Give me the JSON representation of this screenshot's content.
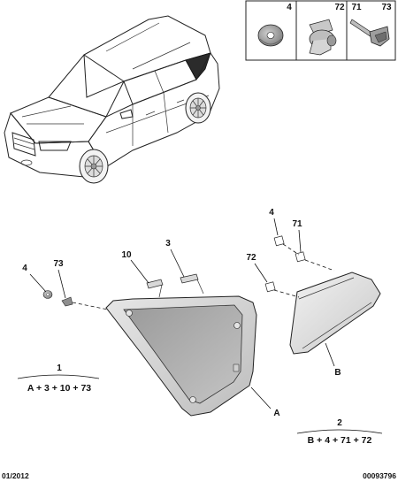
{
  "header_parts": {
    "labels": [
      "4",
      "72",
      "71",
      "73"
    ]
  },
  "callouts": {
    "window_a": {
      "item": "A",
      "parts": [
        "3",
        "10",
        "4",
        "73"
      ]
    },
    "window_b": {
      "item": "B",
      "parts": [
        "4",
        "71",
        "72"
      ]
    }
  },
  "formulas": {
    "f1_number": "1",
    "f1_text": "A + 3 + 10 + 73",
    "f2_number": "2",
    "f2_text": "B + 4 + 71 + 72"
  },
  "footer": {
    "date": "01/2012",
    "reference": "00093796"
  }
}
